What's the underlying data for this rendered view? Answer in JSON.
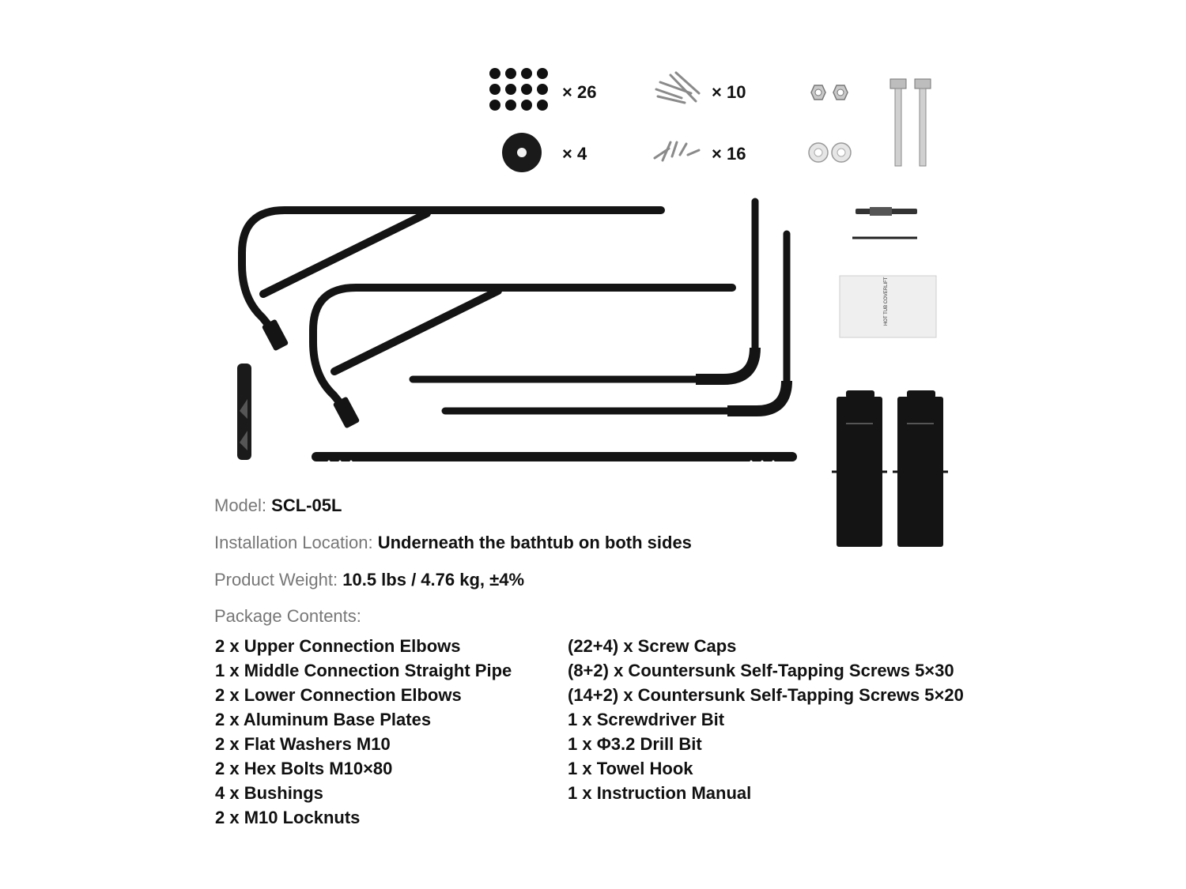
{
  "hardware_quantities": {
    "screw_caps": "× 26",
    "long_screws": "× 10",
    "bushings": "× 4",
    "short_screws": "× 16"
  },
  "manual_cover_text": "HOT TUB COVERLIFT",
  "specs": {
    "model_label": "Model:",
    "model_value": "SCL-05L",
    "location_label": "Installation Location:",
    "location_value": "Underneath the bathtub on both sides",
    "weight_label": "Product Weight:",
    "weight_value": "10.5 lbs / 4.76 kg, ±4%"
  },
  "package": {
    "label": "Package Contents:",
    "left": [
      "2 x Upper Connection Elbows",
      "1 x Middle Connection Straight Pipe",
      "2 x Lower Connection Elbows",
      "2 x Aluminum Base Plates",
      "2 x Flat Washers M10",
      "2 x Hex Bolts M10×80",
      "4 x Bushings",
      "2 x M10 Locknuts"
    ],
    "right": [
      "(22+4) x Screw Caps",
      "(8+2) x Countersunk Self-Tapping Screws 5×30",
      "(14+2) x Countersunk Self-Tapping Screws 5×20",
      "1 x Screwdriver Bit",
      "1 x Φ3.2 Drill Bit",
      "1 x Towel Hook",
      "1 x Instruction Manual"
    ]
  },
  "colors": {
    "tube": "#141414",
    "label_gray": "#777777",
    "text": "#111111"
  }
}
